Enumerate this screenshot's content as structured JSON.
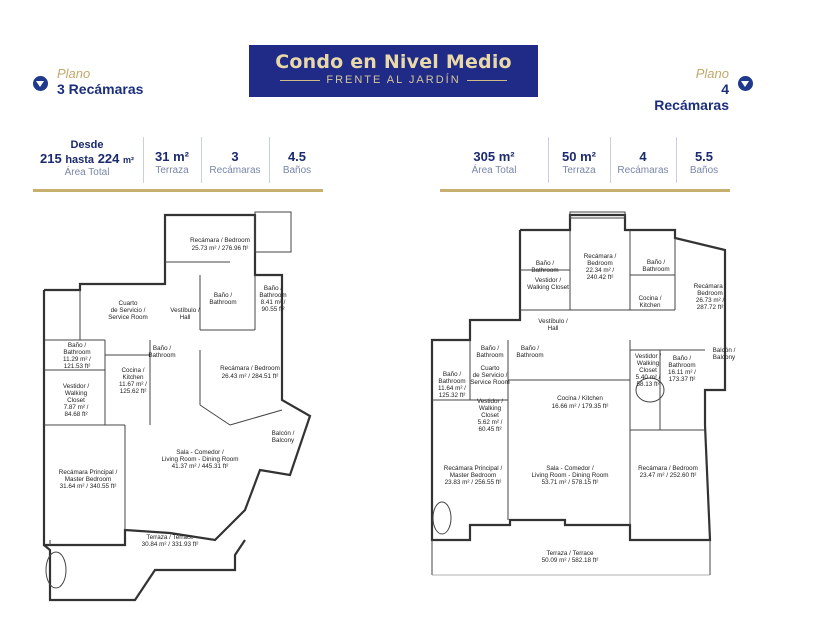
{
  "title": {
    "main": "Condo en Nivel Medio",
    "sub": "FRENTE AL JARDÍN"
  },
  "left_plan": {
    "label": "Plano",
    "rooms": "3 Recámaras"
  },
  "right_plan": {
    "label": "Plano",
    "rooms": "4 Recámaras"
  },
  "left_stats": {
    "desde": "Desde",
    "area_from": "215",
    "hasta": "hasta",
    "area_to": "224",
    "area_unit": "m²",
    "area_label": "Área Total",
    "terraza_value": "31 m²",
    "terraza_label": "Terraza",
    "recamaras_value": "3",
    "recamaras_label": "Recámaras",
    "banos_value": "4.5",
    "banos_label": "Baños"
  },
  "right_stats": {
    "area_value": "305 m²",
    "area_label": "Área Total",
    "terraza_value": "50 m²",
    "terraza_label": "Terraza",
    "recamaras_value": "4",
    "recamaras_label": "Recámaras",
    "banos_value": "5.5",
    "banos_label": "Baños"
  },
  "left_rooms": {
    "bed1": [
      "Recámara / Bedroom",
      "25.73 m² / 276.96 ft²"
    ],
    "bano_a": [
      "Baño /",
      "Bathroom",
      "8.41 m² /",
      "90.55 ft²"
    ],
    "bano_b": [
      "Baño /",
      "Bathroom"
    ],
    "cuarto": [
      "Cuarto",
      "de Servicio /",
      "Service Room"
    ],
    "vestibulo": [
      "Vestíbulo /",
      "Hall"
    ],
    "bano_c": [
      "Baño /",
      "Bathroom",
      "11.29 m² /",
      "121.53 ft²"
    ],
    "bano_d": [
      "Baño /",
      "Bathroom"
    ],
    "cocina": [
      "Cocina /",
      "Kitchen",
      "11.67 m² /",
      "125.62 ft²"
    ],
    "bed2": [
      "Recámara / Bedroom",
      "26.43 m² / 284.51 ft²"
    ],
    "vestidor": [
      "Vestidor /",
      "Walking",
      "Closet",
      "7.87 m² /",
      "84.68 ft²"
    ],
    "balcon": [
      "Balcón /",
      "Balcony"
    ],
    "sala": [
      "Sala - Comedor /",
      "Living Room - Dining Room",
      "41.37 m² / 445.31 ft²"
    ],
    "master": [
      "Recámara Principal /",
      "Master Bedroom",
      "31.64 m² / 340.55 ft²"
    ],
    "terraza": [
      "Terraza / Terrace",
      "30.84 m² / 331.93 ft²"
    ]
  },
  "right_rooms": {
    "bano_a": [
      "Baño /",
      "Bathroom"
    ],
    "bed1": [
      "Recámara /",
      "Bedroom",
      "22.34 m² /",
      "240.42 ft²"
    ],
    "bano_b": [
      "Baño /",
      "Bathroom"
    ],
    "bed2": [
      "Recámara /",
      "Bedroom",
      "26.73 m² /",
      "287.72 ft²"
    ],
    "vestidor_a": [
      "Vestidor /",
      "Walking Closet"
    ],
    "cocineta": [
      "Cocina /",
      "Kitchen"
    ],
    "vestibulo": [
      "Vestíbulo /",
      "Hall"
    ],
    "bano_c": [
      "Baño /",
      "Bathroom"
    ],
    "bano_d": [
      "Baño /",
      "Bathroom"
    ],
    "bano_e": [
      "Baño /",
      "Bathroom",
      "11.64 m² /",
      "125.32 ft²"
    ],
    "cuarto": [
      "Cuarto",
      "de Servicio /",
      "Service Room"
    ],
    "vestidor_b": [
      "Vestidor /",
      "Walking",
      "Closet",
      "5.62 m² /",
      "60.45 ft²"
    ],
    "cocina": [
      "Cocina / Kitchen",
      "16.66 m² / 179.35 ft²"
    ],
    "vestidor_c": [
      "Vestidor /",
      "Walking",
      "Closet",
      "5.40 m² /",
      "58.13 ft²"
    ],
    "bano_f": [
      "Baño /",
      "Bathroom",
      "16.11 m² /",
      "173.37 ft²"
    ],
    "balcon": [
      "Balcón /",
      "Balcony"
    ],
    "master": [
      "Recámara Principal /",
      "Master Bedroom",
      "23.83 m² / 256.55 ft²"
    ],
    "sala": [
      "Sala - Comedor /",
      "Living Room - Dining Room",
      "53.71 m² / 578.15 ft²"
    ],
    "bed3": [
      "Recámara / Bedroom",
      "23.47 m² / 252.60 ft²"
    ],
    "terraza": [
      "Terraza / Terrace",
      "50.09 m² / 582.18 ft²"
    ]
  },
  "colors": {
    "navy": "#1f2b86",
    "gold": "#c7b06e",
    "text": "#1b2a6e"
  }
}
